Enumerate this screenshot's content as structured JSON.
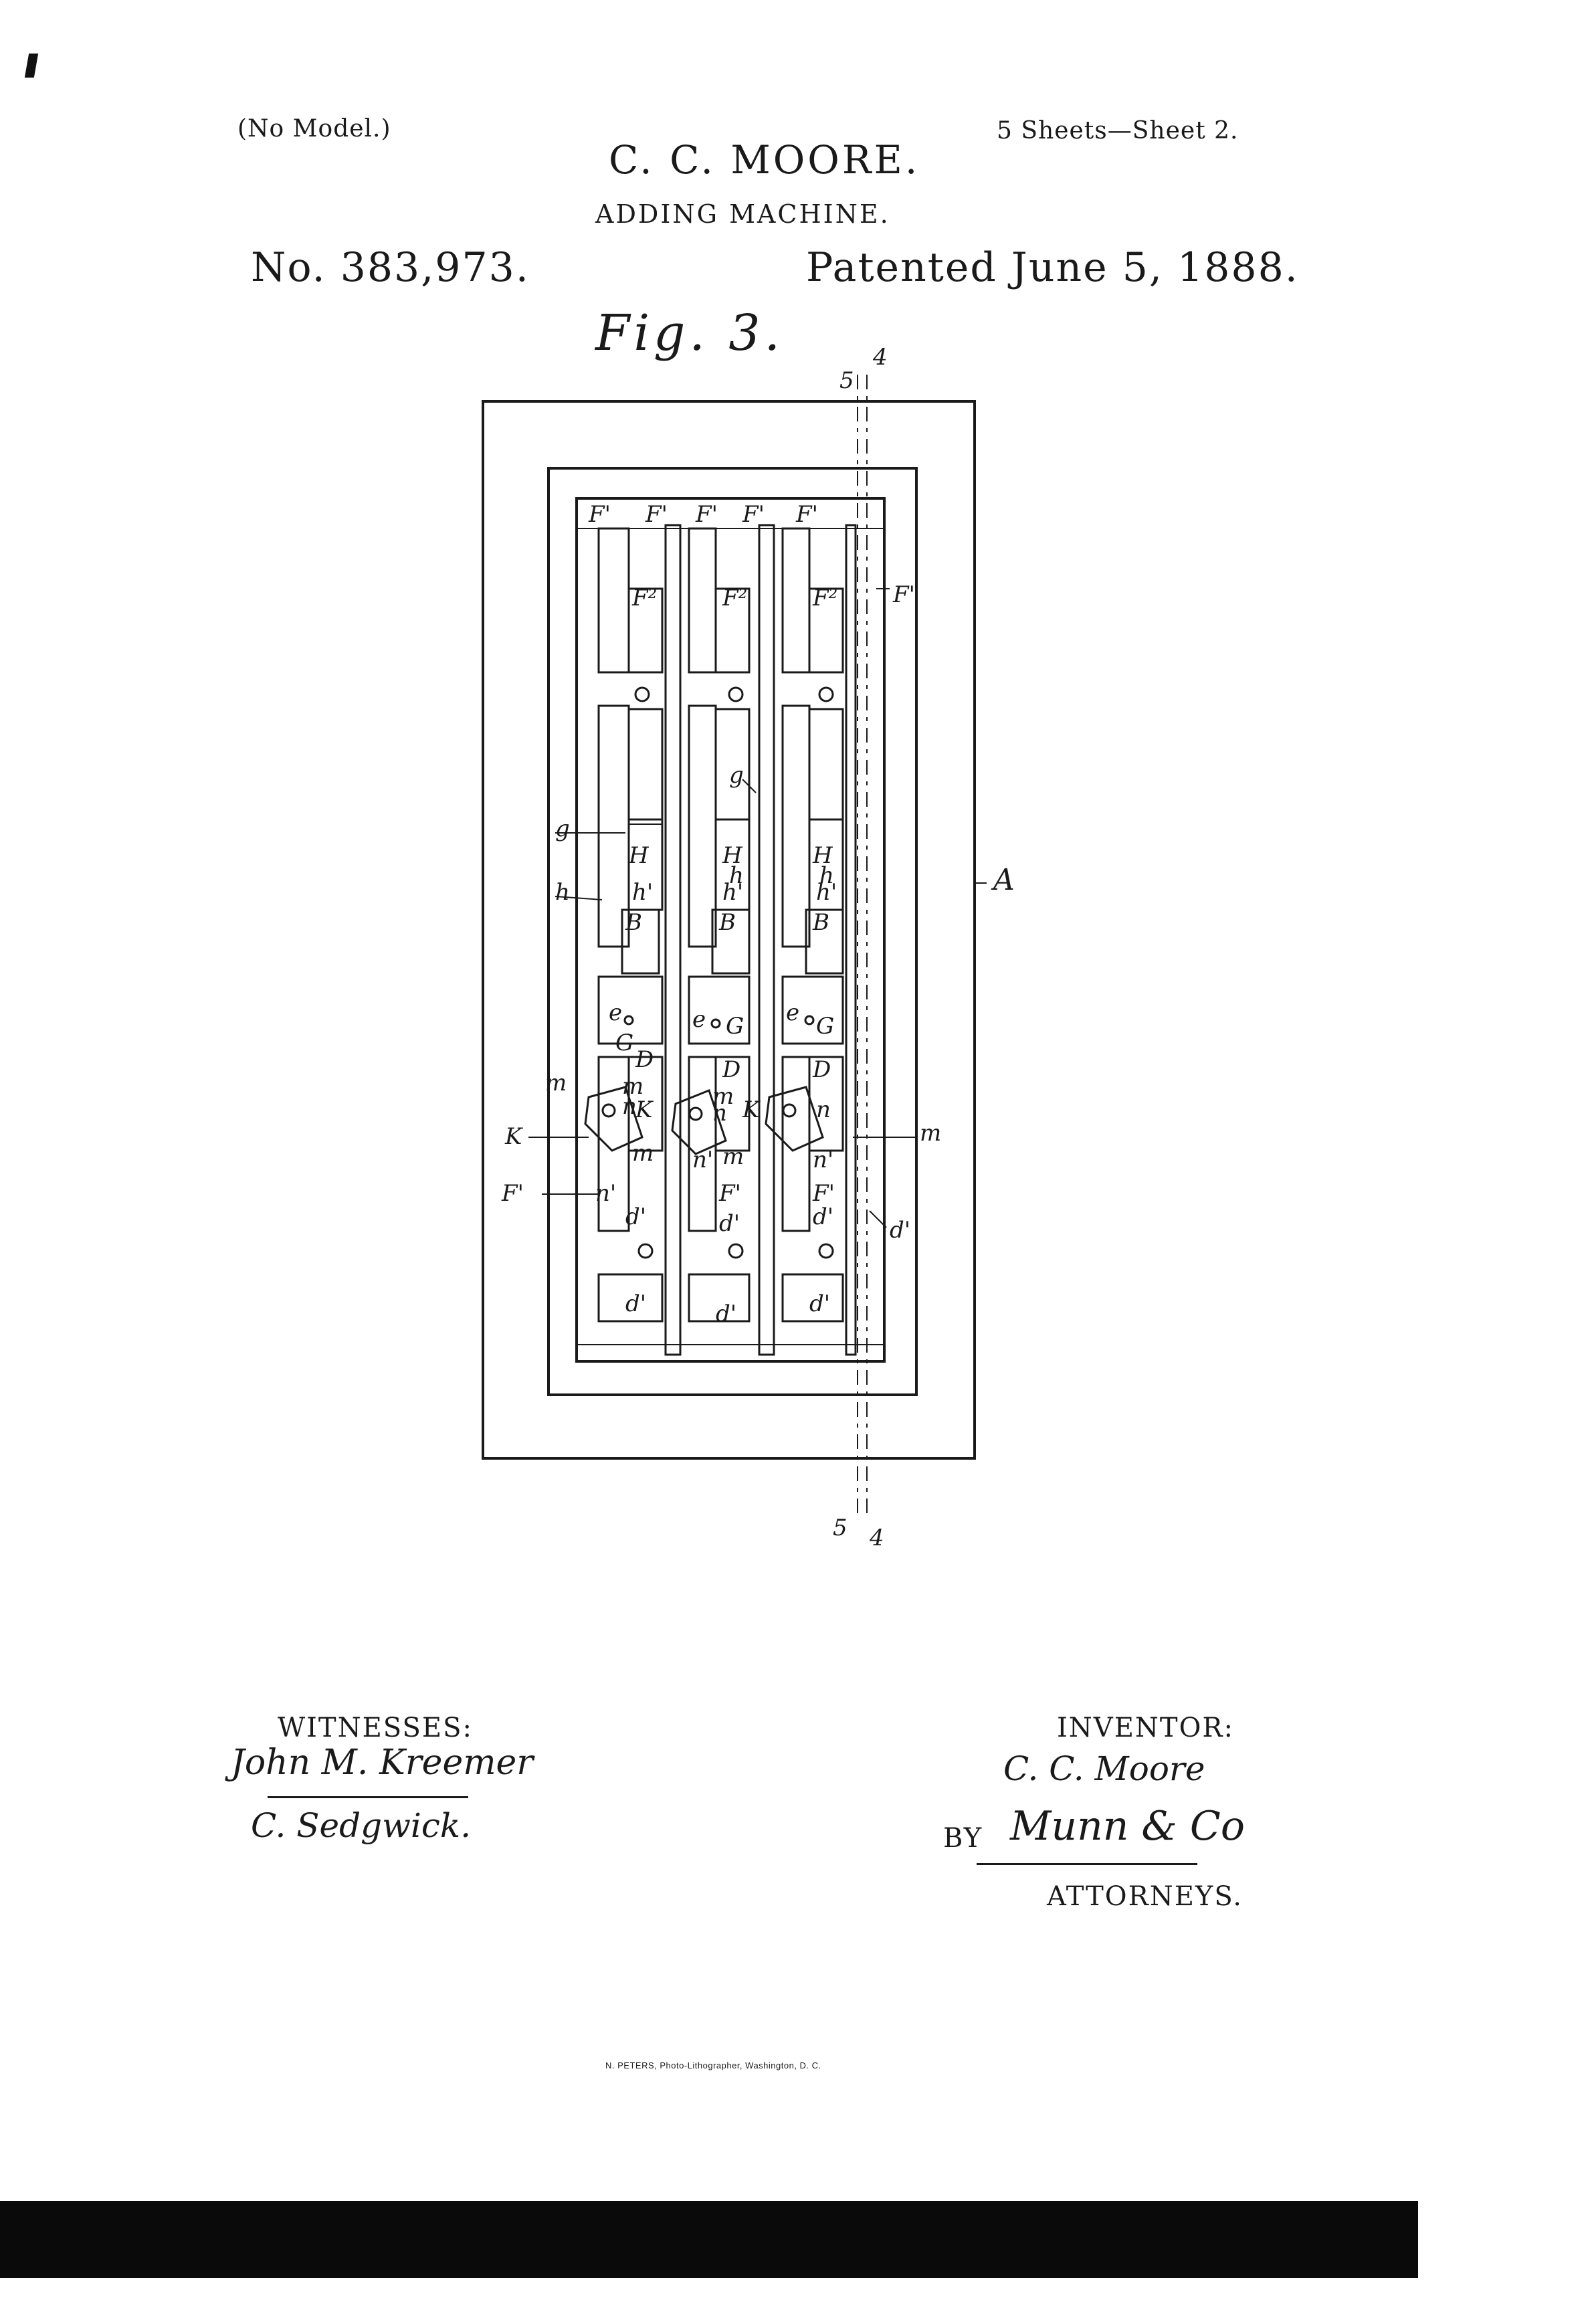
{
  "header": {
    "model_note": "(No Model.)",
    "sheets": "5 Sheets—Sheet 2.",
    "inventor_name": "C. C. MOORE.",
    "title": "ADDING MACHINE.",
    "patent_number": "No. 383,973.",
    "patent_date": "Patented June 5, 1888."
  },
  "figure": {
    "label": "Fig. 3.",
    "section_marks": {
      "top_5": "5",
      "top_4": "4",
      "bottom_5": "5",
      "bottom_4": "4"
    },
    "ref_letters": {
      "A": "A",
      "F1": "F'",
      "F2": "F²",
      "g": "g",
      "H": "H",
      "h": "h",
      "h1": "h'",
      "B": "B",
      "e": "e",
      "G": "G",
      "D": "D",
      "m": "m",
      "n": "n",
      "n1": "n'",
      "K": "K",
      "d1": "d'"
    }
  },
  "signatures": {
    "witnesses_label": "WITNESSES:",
    "inventor_label": "INVENTOR:",
    "inventor_signature": "C. C. Moore",
    "by_label": "BY",
    "attorney_signature": "Munn & Co",
    "attorneys_label": "ATTORNEYS.",
    "witness_1": "John M. Kreemer",
    "witness_2": "C. Sedgwick."
  },
  "footer": {
    "printer_credit": "N. PETERS, Photo-Lithographer, Washington, D. C."
  }
}
